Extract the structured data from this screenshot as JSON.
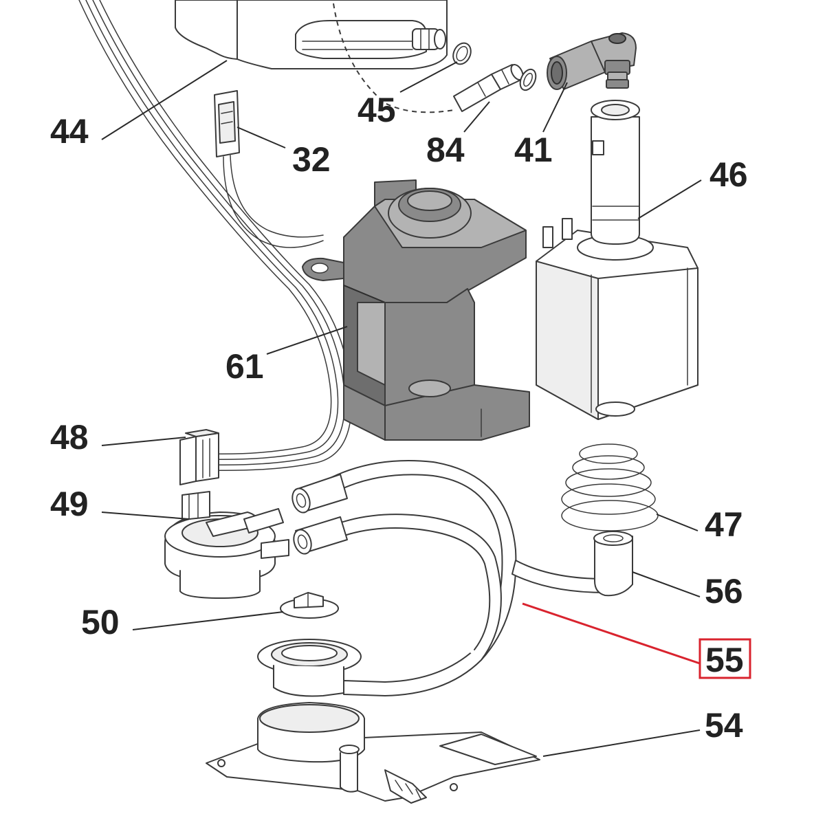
{
  "diagram": {
    "highlight_color": "#d9232e",
    "callouts": [
      {
        "id": "44",
        "label": "44"
      },
      {
        "id": "45",
        "label": "45"
      },
      {
        "id": "32",
        "label": "32"
      },
      {
        "id": "84",
        "label": "84"
      },
      {
        "id": "41",
        "label": "41"
      },
      {
        "id": "46",
        "label": "46"
      },
      {
        "id": "61",
        "label": "61"
      },
      {
        "id": "48",
        "label": "48"
      },
      {
        "id": "49",
        "label": "49"
      },
      {
        "id": "47",
        "label": "47"
      },
      {
        "id": "56",
        "label": "56"
      },
      {
        "id": "50",
        "label": "50"
      },
      {
        "id": "55",
        "label": "55",
        "highlighted": true
      },
      {
        "id": "54",
        "label": "54"
      }
    ]
  }
}
